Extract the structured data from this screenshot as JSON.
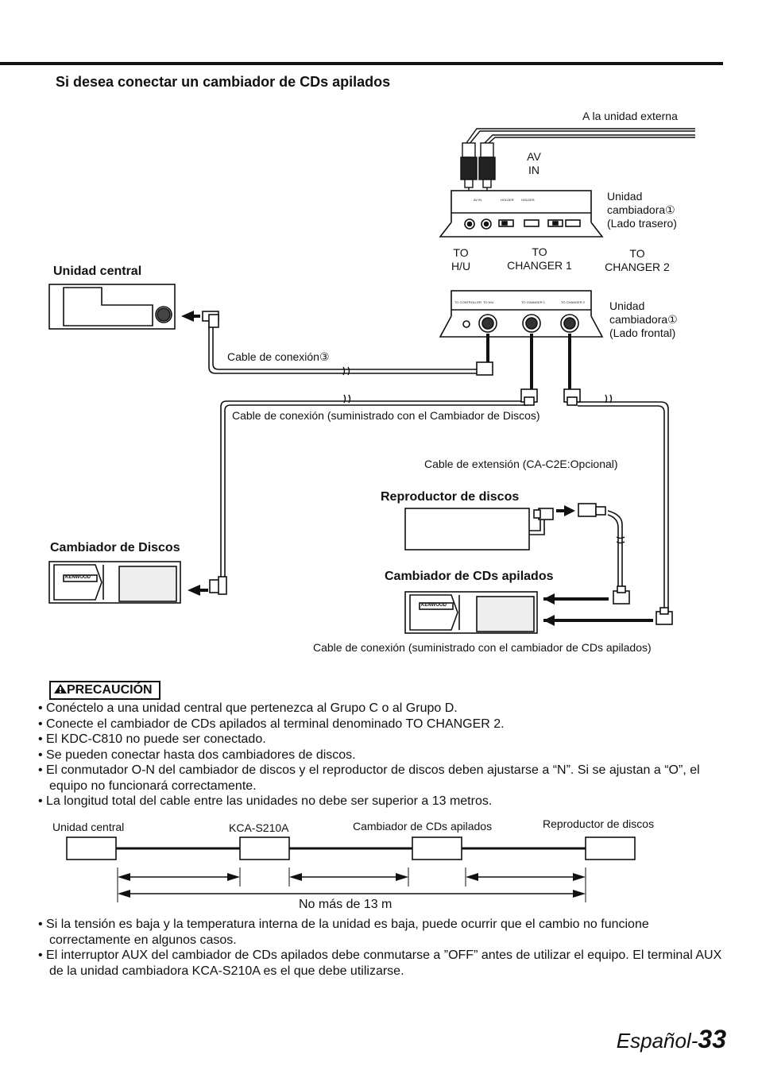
{
  "heading": "Si desea conectar un cambiador de CDs apilados",
  "diagram": {
    "external_unit": "A la unidad externa",
    "av_in": "AV\nIN",
    "changer_rear": "Unidad\ncambiadora①\n(Lado trasero)",
    "changer_front": "Unidad\ncambiadora①\n(Lado frontal)",
    "to_hu": "TO\nH/U",
    "to_changer1": "TO\nCHANGER 1",
    "to_changer2": "TO\nCHANGER 2",
    "head_unit": "Unidad central",
    "cable3": "Cable de conexión③",
    "cable_changer": "Cable de conexión (suministrado con el Cambiador de Discos)",
    "ext_cable": "Cable de extensión  (CA-C2E:Opcional)",
    "disc_player": "Reproductor de discos",
    "disc_changer": "Cambiador de Discos",
    "stack_changer": "Cambiador de CDs apilados",
    "cable_stack": "Cable de conexión (suministrado con el cambiador de CDs apilados)",
    "brand": "KENWOOD",
    "rear_tiny": [
      "AV IN",
      "HOLDER",
      "HOLDER"
    ],
    "front_tiny": [
      "TO CONTROLLER",
      "TO H/U",
      "TO CHANGER 1",
      "TO CHANGER 2"
    ]
  },
  "caution": {
    "title": "PRECAUCIÓN",
    "items": [
      "• Conéctelo a una unidad central que pertenezca al Grupo C o al Grupo D.",
      "• Conecte el cambiador de CDs apilados al terminal denominado TO CHANGER 2.",
      "• El KDC-C810 no puede ser conectado.",
      "• Se pueden conectar hasta dos cambiadores de discos.",
      "• El conmutador O-N del cambiador de discos y el reproductor de discos deben ajustarse a “N”. Si se ajustan a “O”, el equipo no funcionará correctamente.",
      "• La longitud total del cable entre las unidades no debe ser superior a 13 metros."
    ]
  },
  "length_diagram": {
    "unit1": "Unidad central",
    "unit2": "KCA-S210A",
    "unit3": "Cambiador de CDs apilados",
    "unit4": "Reproductor de discos",
    "max": "No más de 13 m"
  },
  "notes": [
    "• Si la tensión es baja y la temperatura interna de la unidad es baja, puede ocurrir que el cambio no funcione correctamente en algunos casos.",
    "• El interruptor AUX del cambiador de CDs apilados debe conmutarse a ”OFF” antes de utilizar el equipo. El terminal AUX de la unidad cambiadora KCA-S210A es el que debe utilizarse."
  ],
  "footer": {
    "lang": "Español-",
    "page": "33"
  }
}
